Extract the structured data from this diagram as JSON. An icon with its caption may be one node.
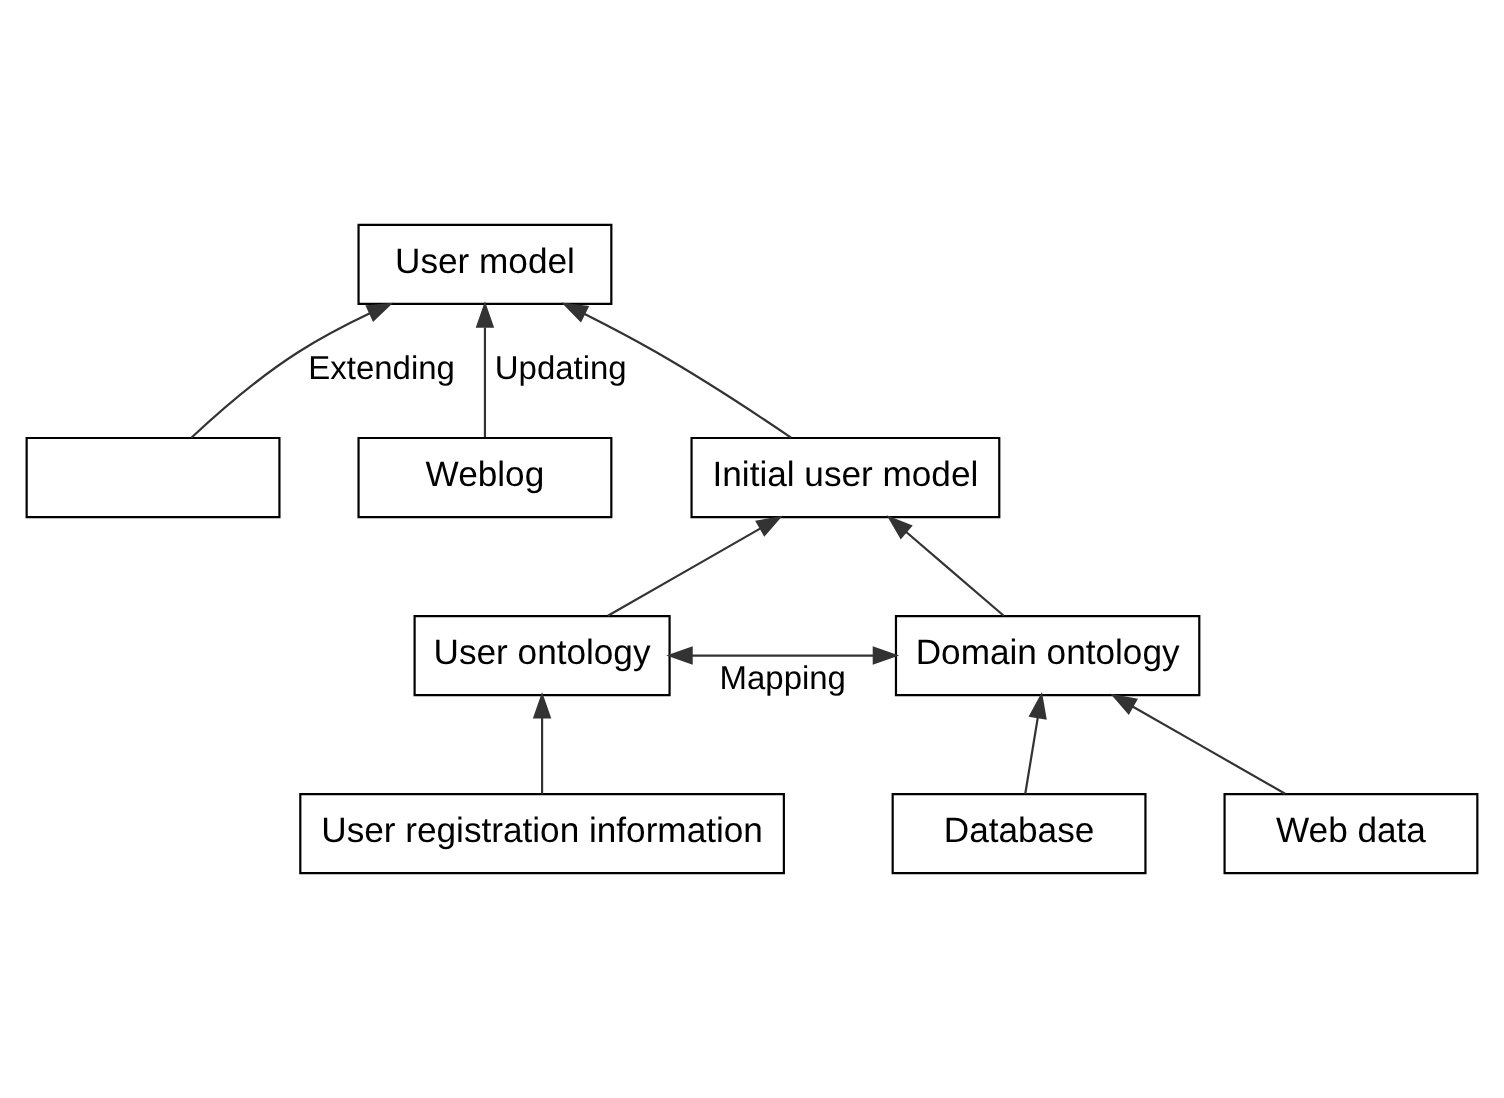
{
  "diagram": {
    "nodes": [
      {
        "text": [
          "User model"
        ]
      },
      {
        "text": [],
        "shape": "box"
      },
      {
        "text": [
          "Weblog"
        ]
      },
      {
        "text": [
          "Initial user model"
        ]
      },
      {
        "text": [
          "User ontology"
        ]
      },
      {
        "text": [
          "Domain ontology"
        ]
      },
      {
        "text": [
          "User registration information"
        ]
      },
      {
        "text": [
          "Database"
        ]
      },
      {
        "text": [
          "Web data"
        ]
      }
    ],
    "edges": [
      {
        "from": 3,
        "to": 0,
        "arrow": "to"
      },
      {
        "from": 1,
        "to": 0,
        "arrow": "to",
        "label": "Extending"
      },
      {
        "from": 2,
        "to": 0,
        "arrow": "to",
        "label": "Updating"
      },
      {
        "from": 4,
        "to": 3,
        "arrow": "to"
      },
      {
        "from": 5,
        "to": 3,
        "arrow": "to"
      },
      {
        "from": 4,
        "to": 5,
        "arrow": "both",
        "label": "Mapping"
      },
      {
        "from": 6,
        "to": 4,
        "arrow": "to"
      },
      {
        "from": 7,
        "to": 5,
        "arrow": "to"
      },
      {
        "from": 8,
        "to": 5,
        "arrow": "to"
      }
    ]
  }
}
